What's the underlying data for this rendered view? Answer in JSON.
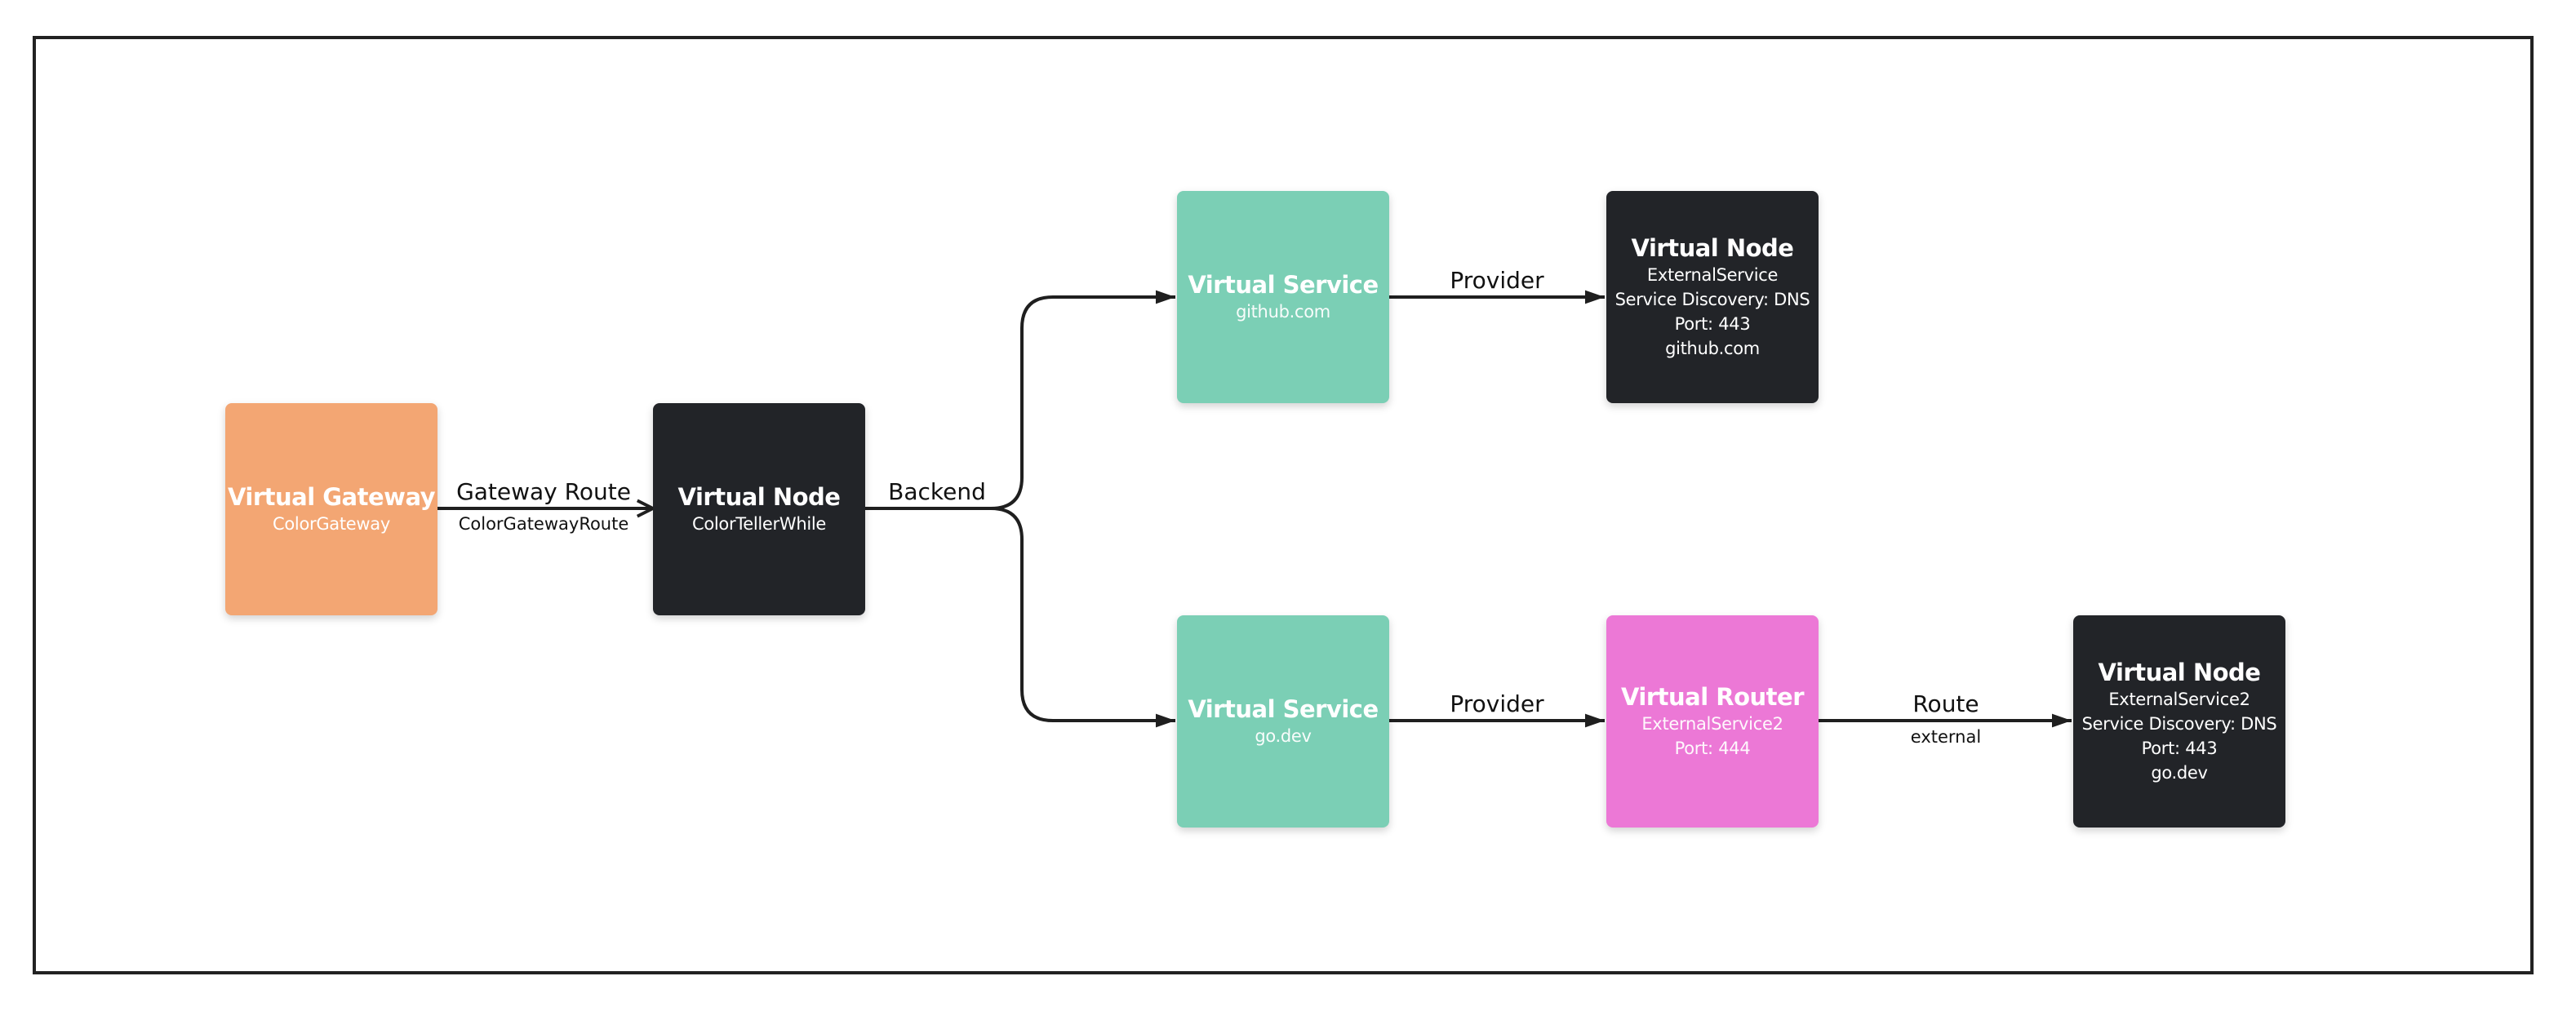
{
  "colors": {
    "gateway": "#f3a673",
    "node": "#222428",
    "service": "#7bcfb5",
    "router": "#ec78d6",
    "edge": "#1f1f1f",
    "frame": "#222222"
  },
  "nodes": {
    "gateway": {
      "title": "Virtual Gateway",
      "lines": [
        "ColorGateway"
      ]
    },
    "colorteller": {
      "title": "Virtual Node",
      "lines": [
        "ColorTellerWhile"
      ]
    },
    "svc_github": {
      "title": "Virtual Service",
      "lines": [
        "github.com"
      ]
    },
    "node_external": {
      "title": "Virtual Node",
      "lines": [
        "ExternalService",
        "Service Discovery: DNS",
        "Port: 443",
        "github.com"
      ]
    },
    "svc_godev": {
      "title": "Virtual Service",
      "lines": [
        "go.dev"
      ]
    },
    "router": {
      "title": "Virtual Router",
      "lines": [
        "ExternalService2",
        "Port: 444"
      ]
    },
    "node_external2": {
      "title": "Virtual Node",
      "lines": [
        "ExternalService2",
        "Service Discovery: DNS",
        "Port: 443",
        "go.dev"
      ]
    }
  },
  "edges": {
    "gateway_route": {
      "label": "Gateway Route",
      "sublabel": "ColorGatewayRoute"
    },
    "backend": {
      "label": "Backend"
    },
    "provider_github": {
      "label": "Provider"
    },
    "provider_godev": {
      "label": "Provider"
    },
    "route": {
      "label": "Route",
      "sublabel": "external"
    }
  }
}
